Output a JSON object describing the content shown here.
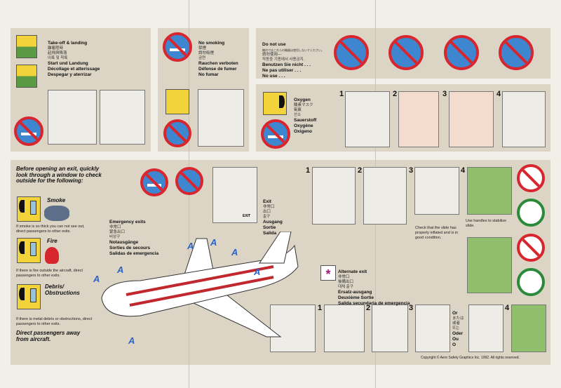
{
  "takeoff": {
    "lines": [
      "Take-off & landing",
      "離着陸時",
      "起飛與降落",
      "이륙 및 착륙",
      "Start und Landung",
      "Décollage et atterissage",
      "Despegar y aterrizar"
    ]
  },
  "no_smoking": {
    "lines": [
      "No smoking",
      "禁煙",
      "請勿吸煙",
      "금연",
      "Rauchen verboten",
      "Défense de fumer",
      "No fumar"
    ]
  },
  "do_not_use": {
    "lines": [
      "Do not use",
      "機内ではこれらの機器は使用しないでください。",
      "請勿使用—",
      "작동중 기종에서 사용금지.",
      "Benutzen Sie nicht . . .",
      "Ne pas utiliser . . .",
      "No use . . ."
    ]
  },
  "oxygen": {
    "lines": [
      "Oxygen",
      "酸素マスク",
      "氧氣",
      "산소",
      "Sauerstoff",
      "Oxygène",
      "Oxigeno"
    ],
    "steps": [
      "1",
      "2",
      "3",
      "4"
    ]
  },
  "check_outside": {
    "title": "Before opening an exit, quickly look through a window to check outside for the following:",
    "hazards": [
      {
        "label": "Smoke",
        "note": "If smoke is so thick you can not see out, direct passengers to other exits."
      },
      {
        "label": "Fire",
        "note": "If there is fire outside the aircraft, direct passengers to other exits."
      },
      {
        "label": "Debris/ Obstructions",
        "note": "If there is metal debris or obstructions, direct passengers to other exits."
      }
    ],
    "footer": "Direct passengers away from aircraft."
  },
  "emergency_exits": {
    "lines": [
      "Emergency exits",
      "非常口",
      "緊急出口",
      "비상구",
      "Notausgänge",
      "Sorties de secours",
      "Salidas de emergencia"
    ],
    "marker": "A"
  },
  "exit": {
    "lines": [
      "Exit",
      "非常口",
      "出口",
      "출구",
      "Ausgang",
      "Sortie",
      "Salida"
    ],
    "sign": "EXIT"
  },
  "exit_steps": {
    "steps": [
      "1",
      "2",
      "3",
      "4"
    ],
    "check_note": "Check that the slide has properly inflated and is in good condition.",
    "handles_note": "Use handles to stabilize slide."
  },
  "alternate_exit": {
    "lines": [
      "Alternate exit",
      "非常口",
      "後備出口",
      "대체 출구",
      "Ersatz-ausgang",
      "Deuxième Sortie",
      "Salida secundaria de emergencia"
    ],
    "steps": [
      "1",
      "2",
      "3",
      "4"
    ],
    "or_lines": [
      "Or",
      "または",
      "或者",
      "또는",
      "Oder",
      "Ou",
      "O"
    ]
  },
  "copyright": "Copyright © Aero Safety Graphics Inc. 1992. All rights reserved.",
  "colors": {
    "panel": "#dcd4c5",
    "prohibit_red": "#d8262e",
    "sign_blue": "#3e86cf",
    "allowed_green": "#2a8a3a",
    "exit_marker": "#2a63c9",
    "alt_exit": "#a0207a"
  }
}
